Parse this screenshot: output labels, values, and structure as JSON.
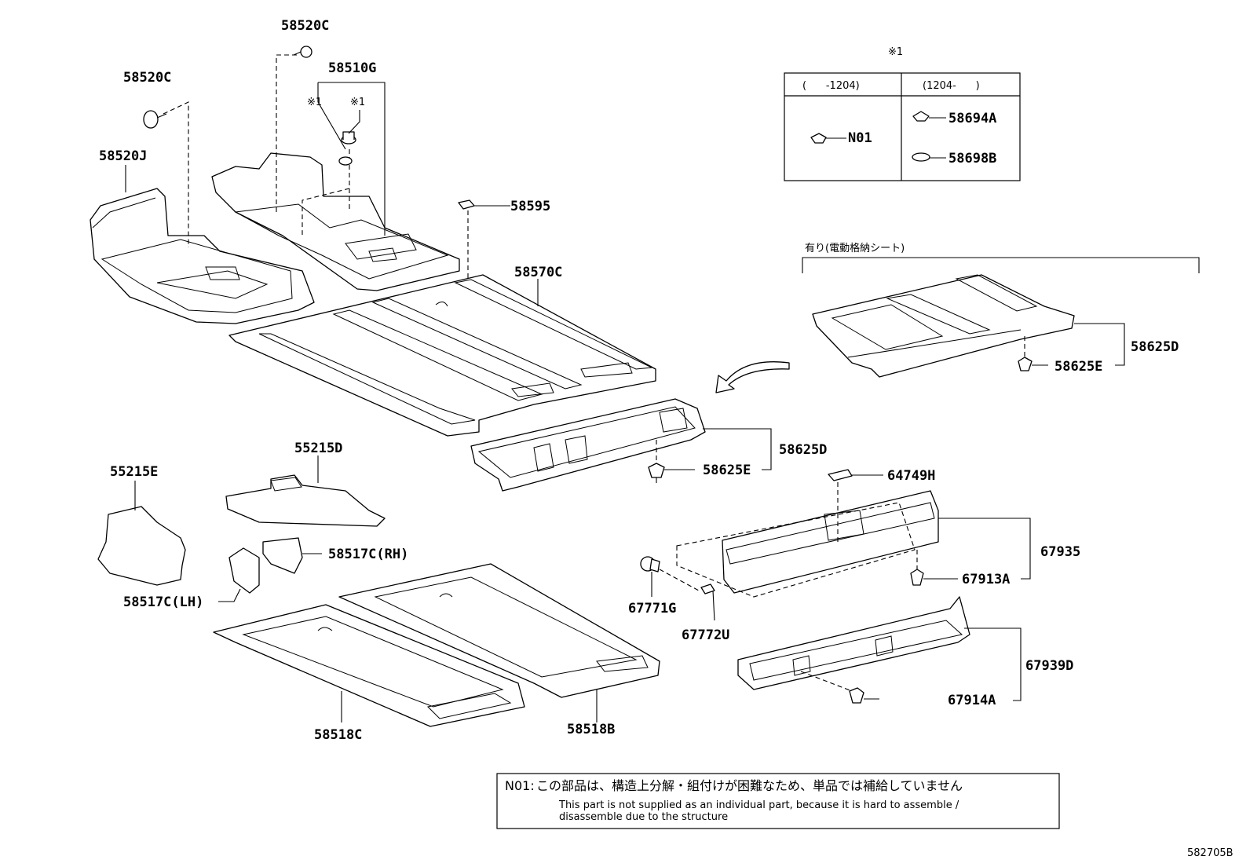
{
  "diagram_id": "582705B",
  "parts": {
    "p58520C_top": "58520C",
    "p58520C_left": "58520C",
    "p58510G": "58510G",
    "p58520J": "58520J",
    "p58595": "58595",
    "p58570C": "58570C",
    "p58625D_right": "58625D",
    "p58625E_right": "58625E",
    "p58625D_mid": "58625D",
    "p58625E_mid": "58625E",
    "p55215D": "55215D",
    "p55215E": "55215E",
    "p58517C_rh": "58517C(RH)",
    "p58517C_lh": "58517C(LH)",
    "p64749H": "64749H",
    "p67935": "67935",
    "p67913A": "67913A",
    "p67771G": "67771G",
    "p67772U": "67772U",
    "p67939D": "67939D",
    "p67914A": "67914A",
    "p58518C": "58518C",
    "p58518B": "58518B"
  },
  "marks": {
    "x1_a": "※1",
    "x1_b": "※1",
    "x1_table": "※1"
  },
  "table": {
    "col1_header": "(      -1204)",
    "col2_header": "(1204-      )",
    "n01": "N01",
    "p58694A": "58694A",
    "p58698B": "58698B"
  },
  "option_label": "有り(電動格納シート)",
  "note": {
    "code": "N01:",
    "jp": "この部品は、構造上分解・組付けが困難なため、単品では補給していません",
    "en_line1": "This part is not supplied as an individual part, because it is hard to assemble /",
    "en_line2": "disassemble due to the structure"
  }
}
